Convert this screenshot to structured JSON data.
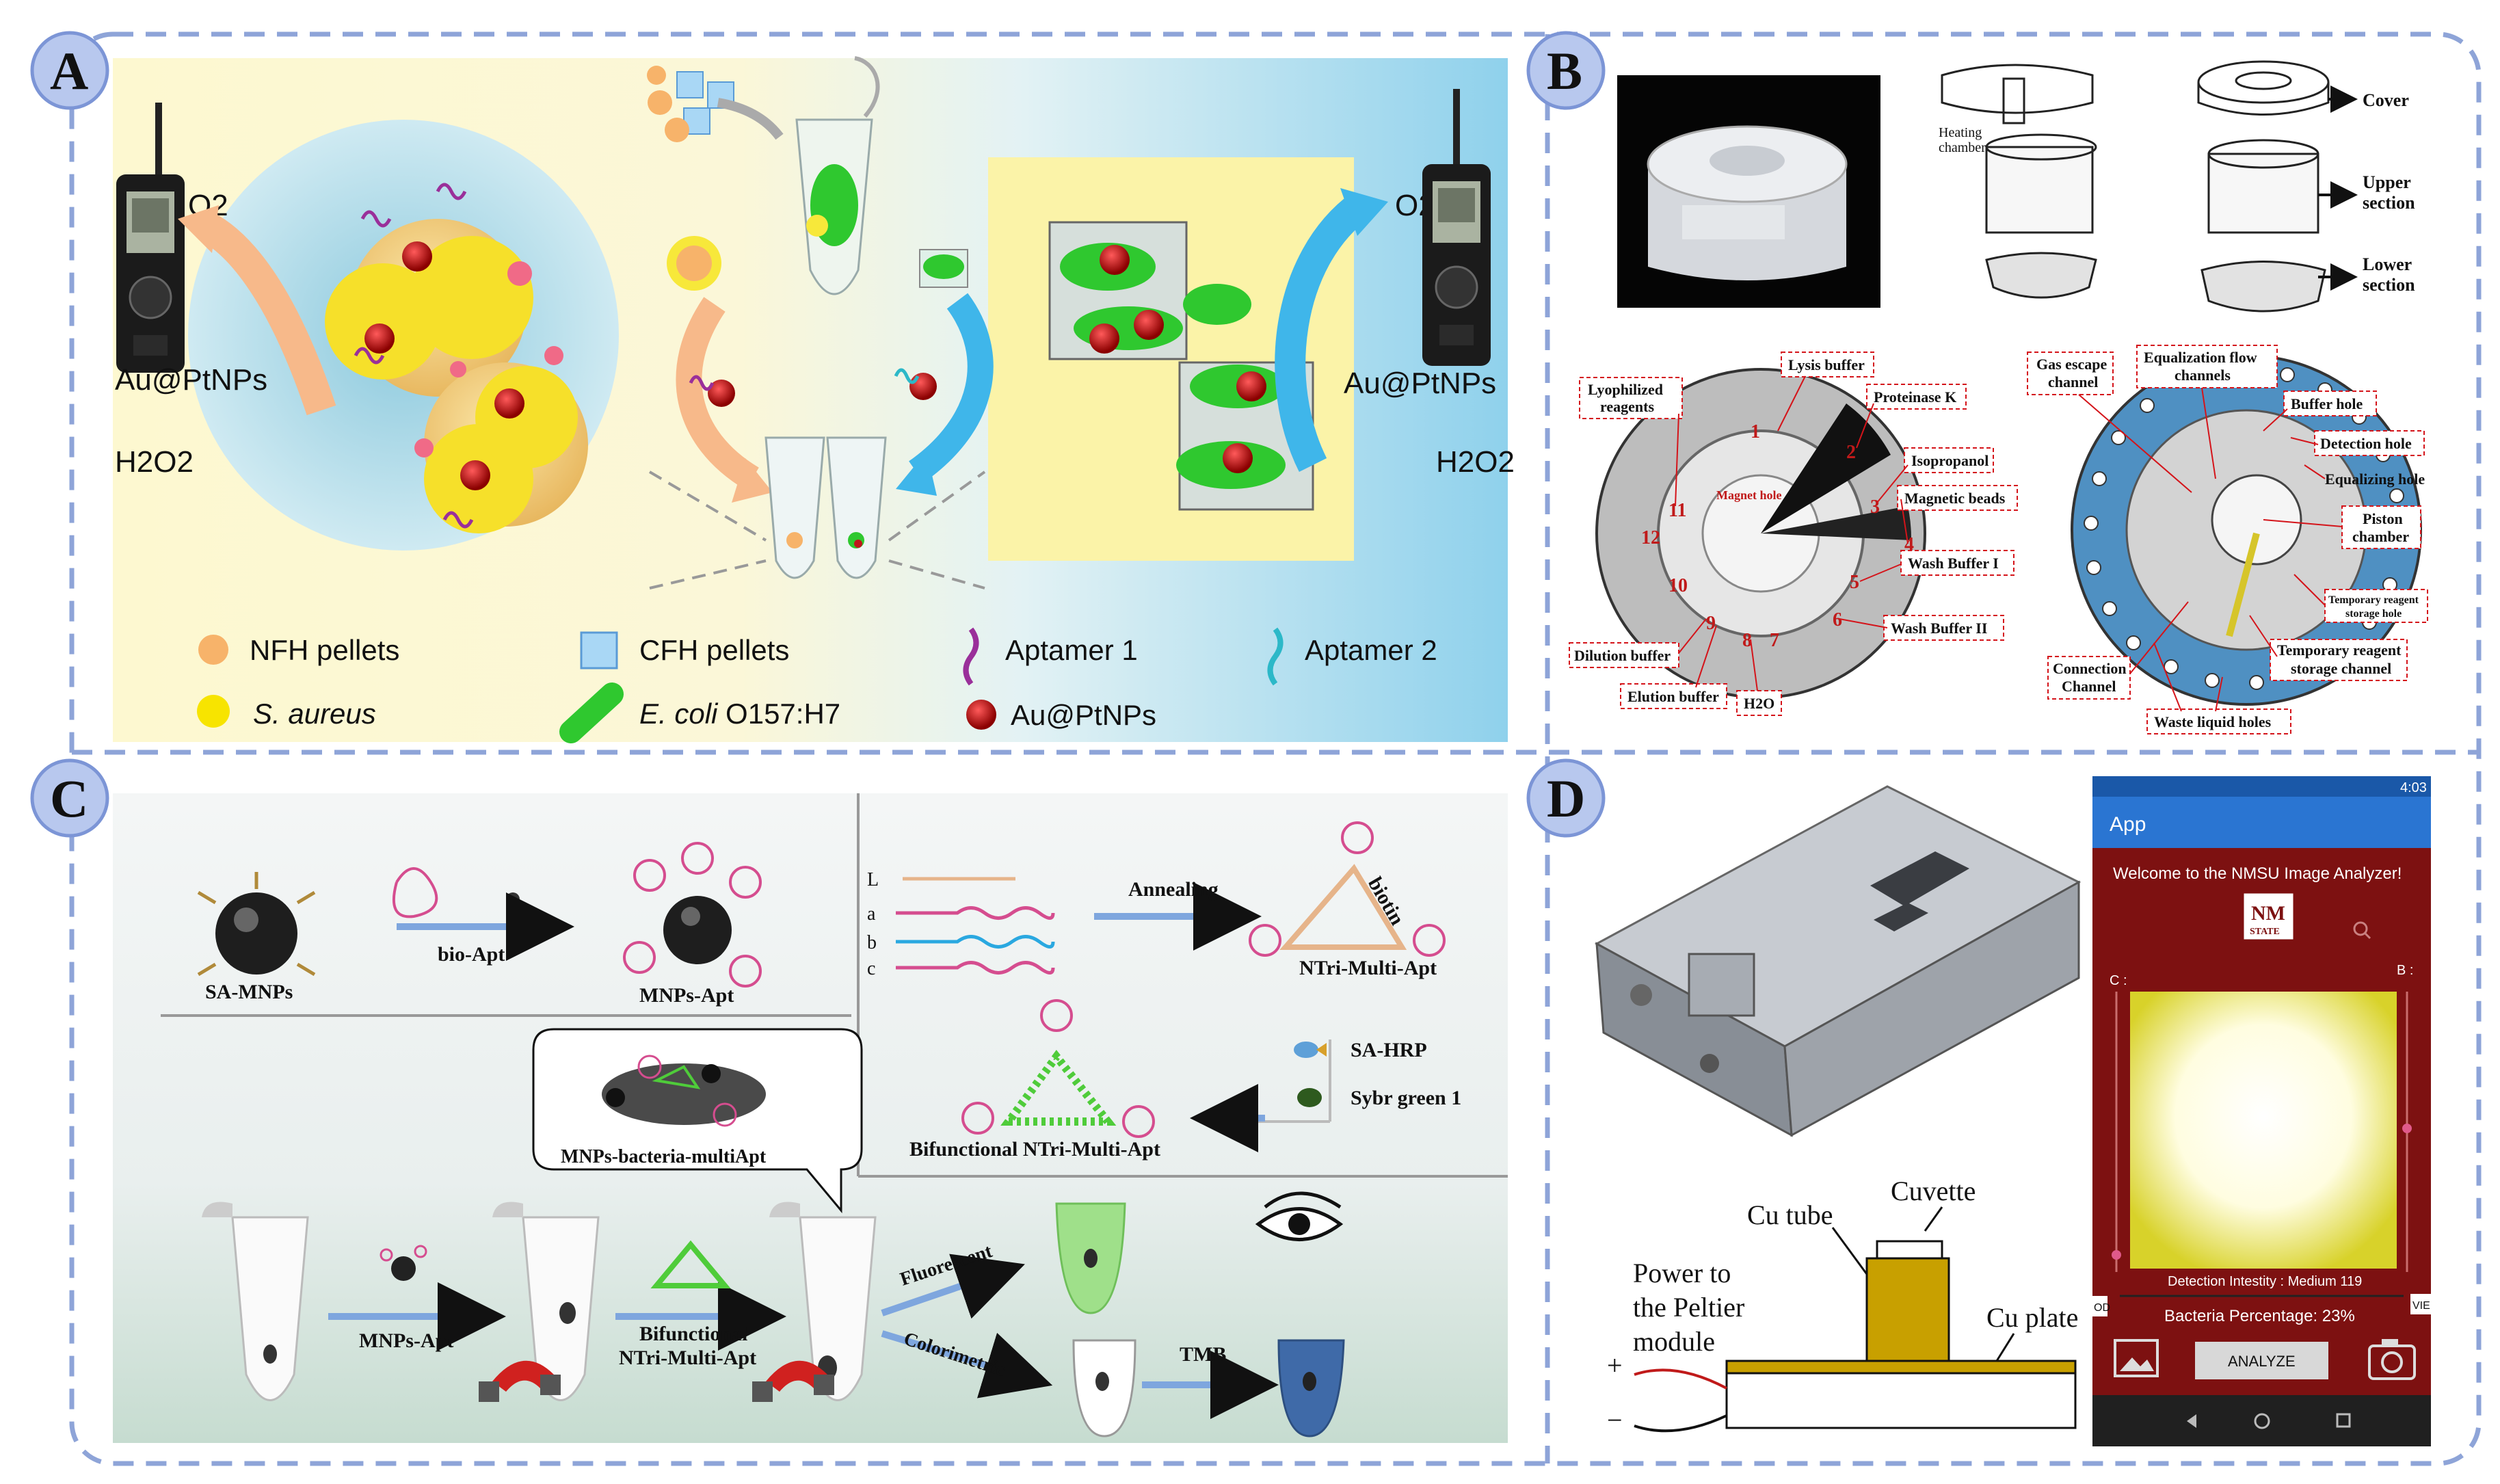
{
  "panels": {
    "A": {
      "letter": "A",
      "o2_left": "O2",
      "probe_left": "Au@PtNPs",
      "h2o2_left": "H2O2",
      "o2_right": "O2",
      "probe_right": "Au@PtNPs",
      "h2o2_right": "H2O2",
      "legend": {
        "nfh": "NFH pellets",
        "cfh": "CFH pellets",
        "apt1": "Aptamer 1",
        "apt2": "Aptamer 2",
        "saureus": "S. aureus",
        "ecoli_italic": "E. coli",
        "ecoli_rest": " O157:H7",
        "auptnps": "Au@PtNPs"
      },
      "colors": {
        "bg_left": "#fdf6c4",
        "bg_right": "#9ad6ef",
        "circle": "#a9d8e8",
        "arrow_orange": "#f7b98a",
        "arrow_blue": "#3fb6ea",
        "probe_red": "#c0161c",
        "yellow": "#ffe600",
        "green": "#22c422"
      }
    },
    "B": {
      "letter": "B",
      "exploded": {
        "cover": "Cover",
        "upper_1": "Upper",
        "upper_2": "section",
        "lower_1": "Lower",
        "lower_2": "section",
        "heating_1": "Heating",
        "heating_2": "chamber"
      },
      "chip_left": {
        "lyophilized_1": "Lyophilized",
        "lyophilized_2": "reagents",
        "lysis": "Lysis buffer",
        "proteinase": "Proteinase K",
        "isopropanol": "Isopropanol",
        "magnetic": "Magnetic beads",
        "wash1": "Wash Buffer I",
        "wash2": "Wash Buffer II",
        "dilution": "Dilution buffer",
        "elution": "Elution buffer",
        "water": "H2O",
        "magnet_hole": "Magnet hole",
        "numbers": [
          "1",
          "2",
          "3",
          "4",
          "5",
          "6",
          "7",
          "8",
          "9",
          "10",
          "11",
          "12"
        ]
      },
      "chip_right": {
        "gas_1": "Gas escape",
        "gas_2": "channel",
        "equalization_1": "Equalization flow",
        "equalization_2": "channels",
        "buffer_hole": "Buffer hole",
        "detection_hole": "Detection hole",
        "equalizing_hole": "Equalizing hole",
        "piston_1": "Piston",
        "piston_2": "chamber",
        "temp_hole_1": "Temporary reagent",
        "temp_hole_2": "storage hole",
        "temp_channel_1": "Temporary reagent",
        "temp_channel_2": "storage channel",
        "connection_1": "Connection",
        "connection_2": "Channel",
        "waste": "Waste liquid holes"
      }
    },
    "C": {
      "letter": "C",
      "sa_mnps": "SA-MNPs",
      "bio_apt": "bio-Apt",
      "mnps_apt": "MNPs-Apt",
      "strands": [
        "L",
        "a",
        "b",
        "c"
      ],
      "annealing": "Annealing",
      "biotin": "biotin",
      "ntri": "NTri-Multi-Apt",
      "sa_hrp": "SA-HRP",
      "sybr": "Sybr green 1",
      "bifunctional": "Bifunctional NTri-Multi-Apt",
      "complex": "MNPs-bacteria-multiApt",
      "step_mnps_apt": "MNPs-Apt",
      "step_bif_1": "Bifunctional",
      "step_bif_2": "NTri-Multi-Apt",
      "fluorescent": "Fluorescent",
      "colorimetric": "Colorimetric",
      "tmb": "TMB"
    },
    "D": {
      "letter": "D",
      "schematic": {
        "cuvette": "Cuvette",
        "cu_tube": "Cu tube",
        "cu_plate": "Cu plate",
        "power_1": "Power to",
        "power_2": "the Peltier",
        "power_3": "module",
        "plus": "+",
        "minus": "−"
      },
      "phone": {
        "status_time": "4:03",
        "app_title": "App",
        "welcome": "Welcome to the NMSU Image Analyzer!",
        "logo_1": "NM",
        "logo_2": "STATE",
        "left_label": "C :",
        "right_label": "B :",
        "detection": "Detection Intestity : Medium 119",
        "percentage": "Bacteria Percentage: 23%",
        "analyze": "ANALYZE",
        "od": "OD",
        "vi": "VIE"
      }
    }
  }
}
